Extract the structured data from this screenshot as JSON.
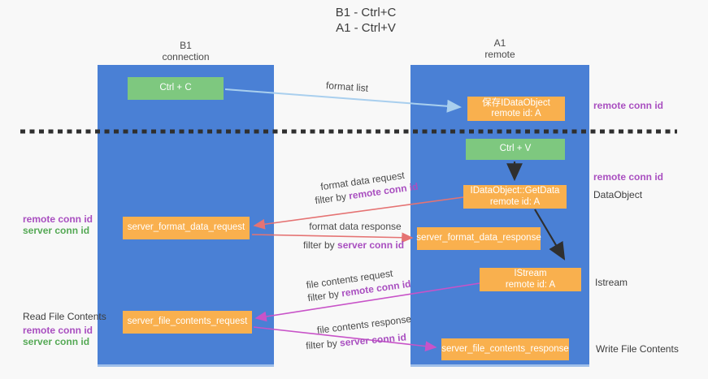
{
  "title": {
    "line1": "B1 - Ctrl+C",
    "line2": "A1 - Ctrl+V"
  },
  "columns": {
    "left": {
      "name": "B1",
      "role": "connection"
    },
    "right": {
      "name": "A1",
      "role": "remote"
    }
  },
  "boxes": {
    "ctrl_c": "Ctrl + C",
    "ctrl_v": "Ctrl + V",
    "store_idataobject": {
      "line1": "保存IDataObject",
      "line2": "remote id: A"
    },
    "getdata": {
      "line1": "IDataObject::GetData",
      "line2": "remote id: A"
    },
    "istream": {
      "line1": "IStream",
      "line2": "remote id: A"
    },
    "format_request": "server_format_data_request",
    "format_response": "server_format_data_response",
    "file_request": "server_file_contents_request",
    "file_response": "server_file_contents_response"
  },
  "side_labels": {
    "remote_conn_id_top": "remote conn id",
    "remote_conn_id_mid": "remote conn id",
    "dataobject": "DataObject",
    "istream": "Istream",
    "write_file_contents": "Write File Contents",
    "read_file_contents": "Read File Contents",
    "left1_remote": "remote conn id",
    "left1_server": "server conn id",
    "left2_remote": "remote conn id",
    "left2_server": "server conn id"
  },
  "arrow_labels": {
    "format_list": "format list",
    "format_data_request": "format data request",
    "format_data_response": "format data response",
    "file_contents_request": "file contents request",
    "file_contents_response": "file contents response",
    "filter_prefix": "filter by ",
    "remote_conn_id": "remote conn id",
    "server_conn_id": "server conn id"
  },
  "colors": {
    "column_blue": "#4a80d5",
    "box_orange": "#f9b04e",
    "box_green": "#7ec87f",
    "arrow_red": "#e57373",
    "arrow_magenta": "#c853c8",
    "arrow_light_blue": "#a9cfee",
    "arrow_black": "#2f2f2f",
    "label_purple": "#a94fc0",
    "label_green": "#55a955"
  }
}
